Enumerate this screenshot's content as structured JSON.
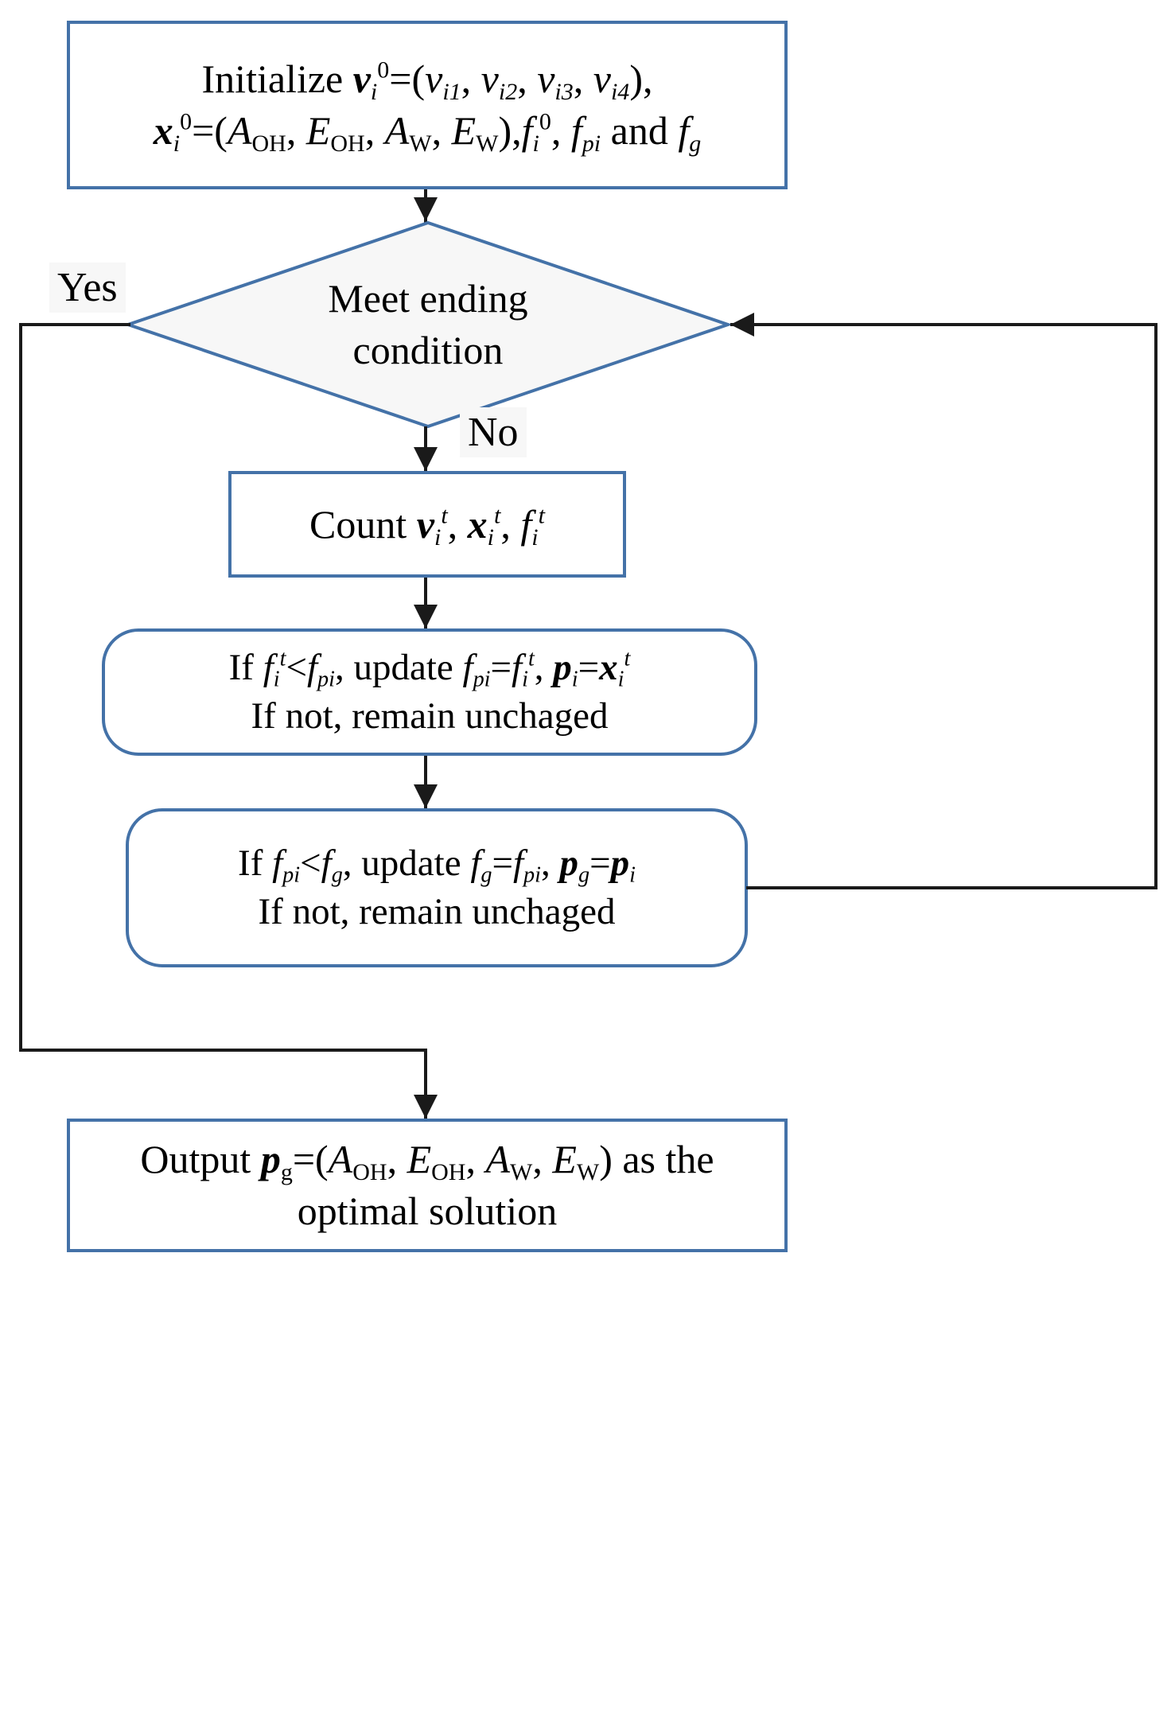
{
  "diagram": {
    "title": "PSO parameter optimization flowchart",
    "colors": {
      "node_border": "#4472A8",
      "node_fill": "#FFFFFF",
      "diamond_fill": "#F7F7F7",
      "connector": "#1A1A1A",
      "text": "#000000"
    },
    "nodes": {
      "initialize": {
        "shape": "rectangle",
        "line1_plain": "Initialize vi0=(vi1, vi2, vi3, vi4),",
        "line2_plain": "xi0=(AOH, EOH, AW, EW), fi0, fpi and fg",
        "line1_prefix": "Initialize ",
        "line2_tail": " and "
      },
      "decision": {
        "shape": "diamond",
        "line1": "Meet ending",
        "line2": "condition",
        "yes_label": "Yes",
        "no_label": "No"
      },
      "count": {
        "shape": "rectangle",
        "prefix": "Count "
      },
      "update_personal_best": {
        "shape": "rounded-rectangle",
        "line1_plain": "If fit<fpi, update fpi=fit, pi=xit",
        "line2": "If not, remain unchaged",
        "prefix": "If "
      },
      "update_global_best": {
        "shape": "rounded-rectangle",
        "line1_plain": "If fpi<fg, update fg=fpi, pg=pi",
        "line2": "If not, remain unchaged",
        "prefix": "If "
      },
      "output": {
        "shape": "rectangle",
        "line1_plain": "Output pg=(AOH, EOH, AW, EW) as the",
        "line2": "optimal solution",
        "prefix": "Output ",
        "suffix": " as the"
      }
    },
    "symbols": {
      "v": "v",
      "x": "x",
      "f": "f",
      "p": "p",
      "A": "A",
      "E": "E",
      "OH": "OH",
      "W": "W",
      "i": "i",
      "g": "g",
      "t": "t",
      "pi": "pi",
      "zero": "0",
      "one": "1",
      "two": "2",
      "three": "3",
      "four": "4",
      "eq": "=",
      "lt": "<",
      "comma": ",",
      "lparen": "(",
      "rparen": ")"
    }
  }
}
